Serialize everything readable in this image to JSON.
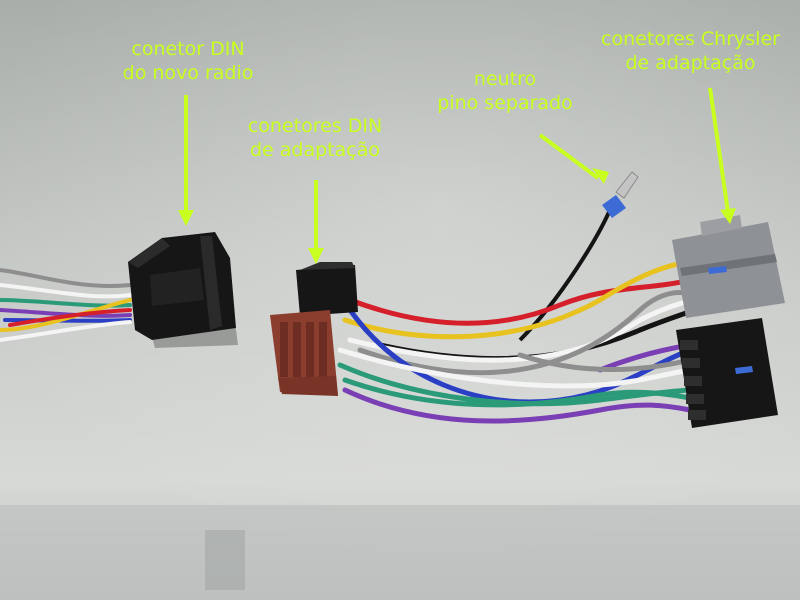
{
  "annotation_color": "#c8ff1e",
  "labels": {
    "din_new_radio": {
      "line1": "conetor DIN",
      "line2": "do novo radio"
    },
    "din_adapter": {
      "line1": "conetores DIN",
      "line2": "de adaptação"
    },
    "neutral_pin": {
      "line1": "neutro",
      "line2": "pino separado"
    },
    "chrysler_adapter": {
      "line1": "conetores Chrysler",
      "line2": "de adaptação"
    }
  },
  "wire_colors": {
    "yellow": "#e8c21e",
    "red": "#d51f2a",
    "blue": "#2b3fc4",
    "white": "#f4f4f4",
    "green": "#2a9a78",
    "purple": "#7a3fb4",
    "gray": "#8e8e8e",
    "black": "#141414"
  },
  "connector_colors": {
    "black": "#161616",
    "brown": "#8c3e2e",
    "gray": "#8e9196",
    "blue_tab": "#3d6bd6"
  }
}
